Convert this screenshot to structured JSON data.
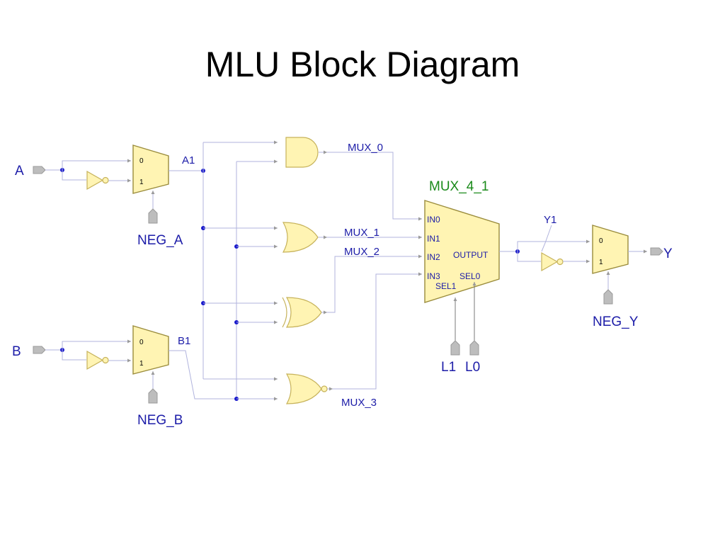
{
  "title": "MLU Block Diagram",
  "inputs": {
    "a": "A",
    "b": "B",
    "l1": "L1",
    "l0": "L0"
  },
  "output": "Y",
  "controls": {
    "neg_a": "NEG_A",
    "neg_b": "NEG_B",
    "neg_y": "NEG_Y"
  },
  "signals": {
    "a1": "A1",
    "b1": "B1",
    "y1": "Y1",
    "mux_0": "MUX_0",
    "mux_1": "MUX_1",
    "mux_2": "MUX_2",
    "mux_3": "MUX_3"
  },
  "mux2": {
    "in0": "0",
    "in1": "1"
  },
  "mux4": {
    "name": "MUX_4_1",
    "in0": "IN0",
    "in1": "IN1",
    "in2": "IN2",
    "in3": "IN3",
    "output": "OUTPUT",
    "sel0": "SEL0",
    "sel1": "SEL1"
  },
  "colors": {
    "wire": "#b0b3dd",
    "gate_fill": "#fff4b3",
    "junction": "#1a1acc",
    "label_blue": "#1c1ca8",
    "label_green": "#1a8a1a",
    "pin": "#bdbdbd"
  }
}
